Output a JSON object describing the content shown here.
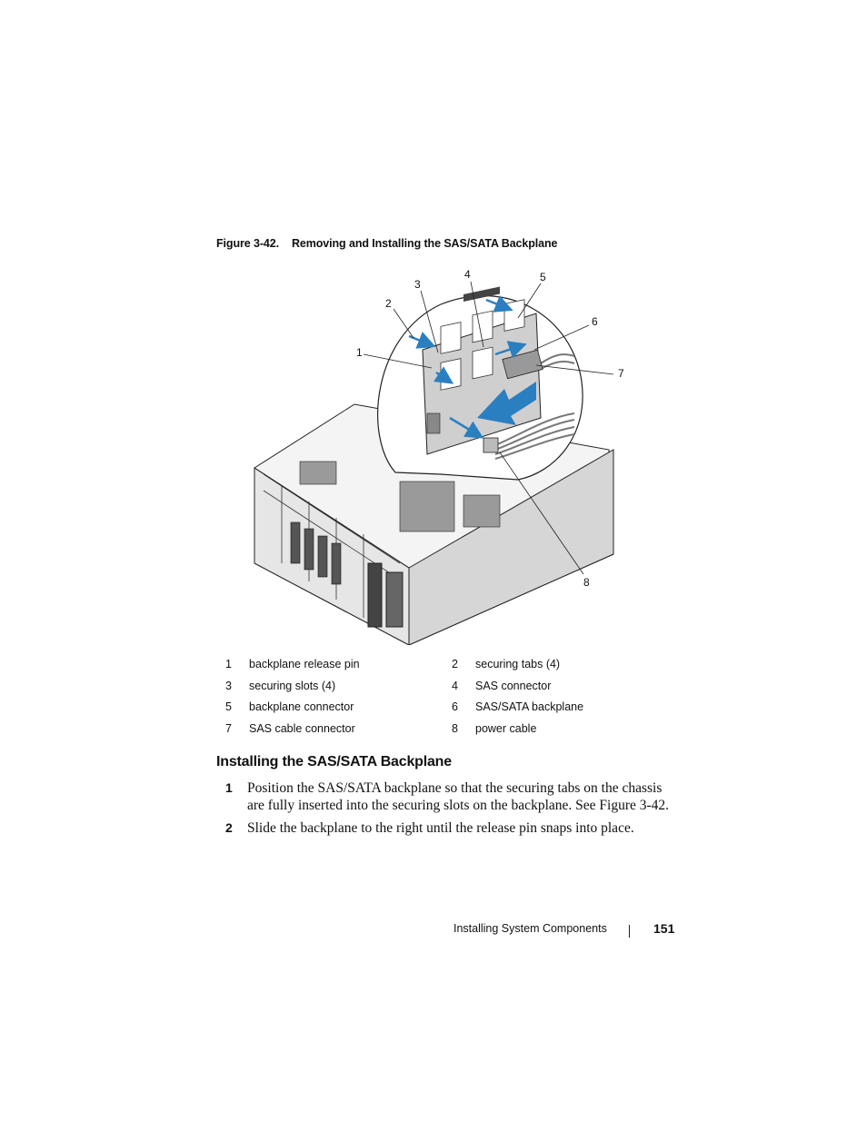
{
  "figure": {
    "number": "Figure 3-42.",
    "title": "Removing and Installing the SAS/SATA Backplane",
    "callouts": [
      "1",
      "2",
      "3",
      "4",
      "5",
      "6",
      "7",
      "8"
    ]
  },
  "legend": [
    {
      "n1": "1",
      "t1": "backplane release pin",
      "n2": "2",
      "t2": "securing tabs (4)"
    },
    {
      "n1": "3",
      "t1": "securing slots (4)",
      "n2": "4",
      "t2": "SAS connector"
    },
    {
      "n1": "5",
      "t1": "backplane connector",
      "n2": "6",
      "t2": "SAS/SATA backplane"
    },
    {
      "n1": "7",
      "t1": "SAS cable connector",
      "n2": "8",
      "t2": "power cable"
    }
  ],
  "section_title": "Installing the SAS/SATA Backplane",
  "steps": [
    {
      "num": "1",
      "text": "Position the SAS/SATA backplane so that the securing tabs on the chassis are fully inserted into the securing slots on the backplane. See Figure 3-42."
    },
    {
      "num": "2",
      "text": "Slide the backplane to the right until the release pin snaps into place."
    }
  ],
  "footer": {
    "section": "Installing System Components",
    "page": "151"
  },
  "colors": {
    "arrow_blue": "#2a7fc1"
  }
}
